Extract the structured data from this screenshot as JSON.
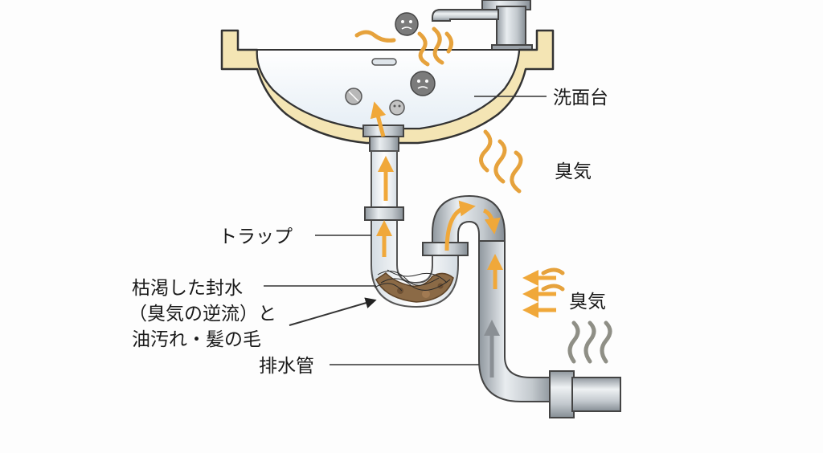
{
  "labels": {
    "washbasin": "洗面台",
    "odor_upper": "臭気",
    "trap": "トラップ",
    "dry_seal_line1": "枯渇した封水",
    "dry_seal_line2": "（臭気の逆流）と",
    "dry_seal_line3": "油汚れ・髪の毛",
    "odor_lower": "臭気",
    "drain_pipe": "排水管"
  },
  "colors": {
    "background": "#fdfdfd",
    "basin_rim": "#f4e5b4",
    "basin_outline": "#333333",
    "pipe_metal": "#b9bfc5",
    "odor_wave": "#e6a23c",
    "odor_arrow": "#f0a83a",
    "sludge": "#8b6a46",
    "leader_line": "#333333"
  },
  "icons": {
    "bacteria": "germ-icon",
    "faucet": "faucet-icon"
  }
}
